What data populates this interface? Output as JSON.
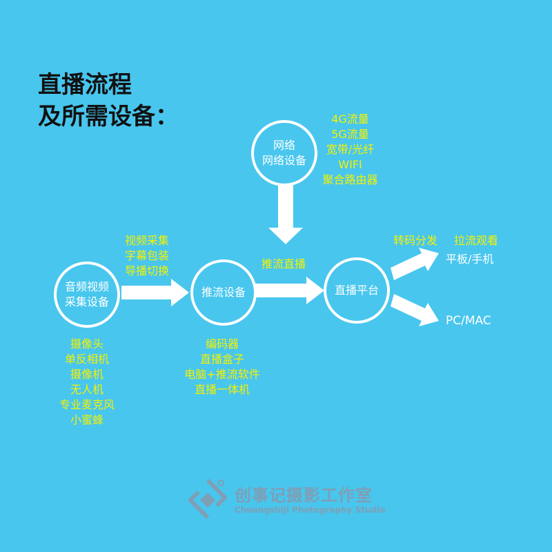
{
  "title": {
    "line1": "直播流程",
    "line2": "及所需设备："
  },
  "nodes": {
    "network": {
      "line1": "网络",
      "line2": "网络设备"
    },
    "capture": {
      "line1": "音频视频",
      "line2": "采集设备"
    },
    "push": {
      "label": "推流设备"
    },
    "platform": {
      "label": "直播平台"
    }
  },
  "network_options": [
    "4G流量",
    "5G流量",
    "宽带/光纤",
    "WIFI",
    "聚合路由器"
  ],
  "capture_steps": [
    "视频采集",
    "字幕包装",
    "导播切换"
  ],
  "push_step": "推流直播",
  "platform_step_transcode": "转码分发",
  "platform_step_pull": "拉流观看",
  "outputs": {
    "mobile": "平板/手机",
    "pc": "PC/MAC"
  },
  "capture_devices": [
    "摄像头",
    "单反相机",
    "摄像机",
    "无人机",
    "专业麦克风",
    "小蜜蜂"
  ],
  "push_devices": [
    "编码器",
    "直播盒子",
    "电脑+推流软件",
    "直播一体机"
  ],
  "watermark": {
    "name": "创事记摄影工作室",
    "subtitle": "Chuangshiji Photography Studio"
  },
  "colors": {
    "background": "#48c6ee",
    "highlight": "#f5f200",
    "foreground": "#ffffff",
    "title": "#111111",
    "watermark": "#7f9fb6"
  }
}
